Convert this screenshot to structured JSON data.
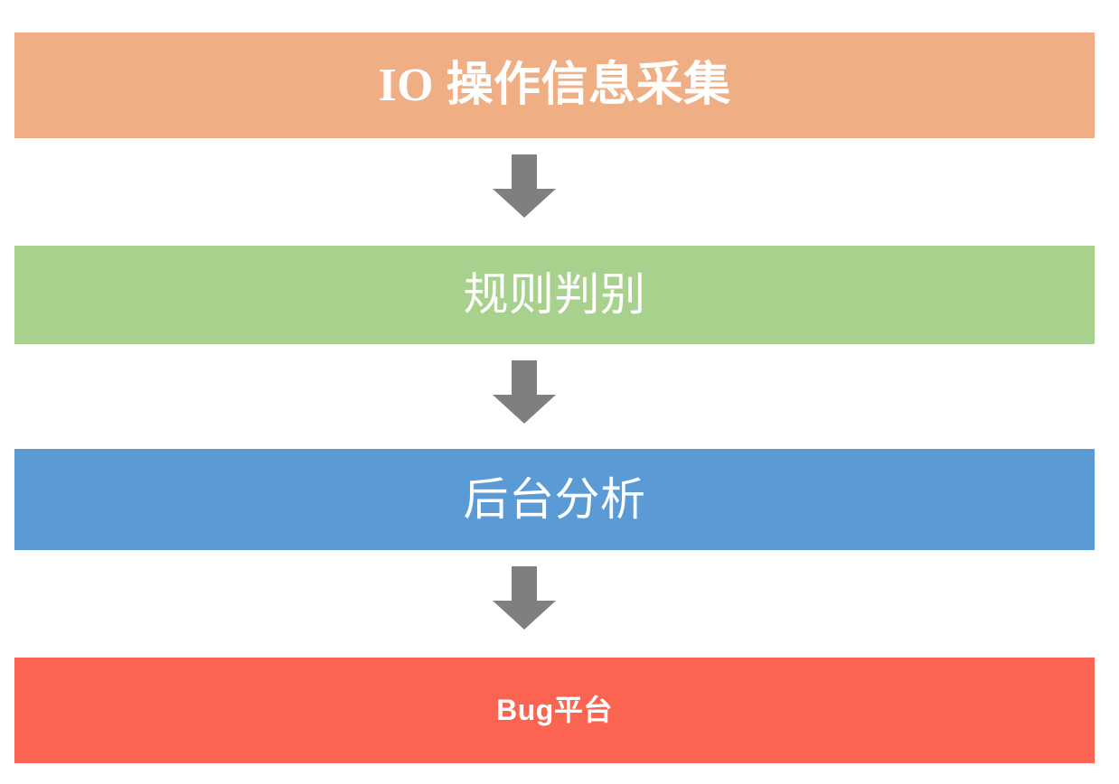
{
  "diagram": {
    "type": "vertical-flowchart",
    "orientation": "top-to-bottom",
    "background_color": "#FFFFFF",
    "arrow_color": "#7F7F7F",
    "arrow_icon_name": "arrow-down-icon",
    "stages": [
      {
        "id": "io-collect",
        "label": "IO 操作信息采集",
        "fill_color": "#F0AE84",
        "text_color": "#FFFFFF"
      },
      {
        "id": "rule-judge",
        "label": "规则判别",
        "fill_color": "#A9D18E",
        "text_color": "#FFFFFF"
      },
      {
        "id": "backend-analysis",
        "label": "后台分析",
        "fill_color": "#5B9BD5",
        "text_color": "#FFFFFF"
      },
      {
        "id": "bug-platform",
        "label": "Bug平台",
        "fill_color": "#FA6450",
        "text_color": "#FFFFFF"
      }
    ],
    "connectors": [
      {
        "id": "arrow-1",
        "from": "io-collect",
        "to": "rule-judge"
      },
      {
        "id": "arrow-2",
        "from": "rule-judge",
        "to": "backend-analysis"
      },
      {
        "id": "arrow-3",
        "from": "backend-analysis",
        "to": "bug-platform"
      }
    ]
  }
}
